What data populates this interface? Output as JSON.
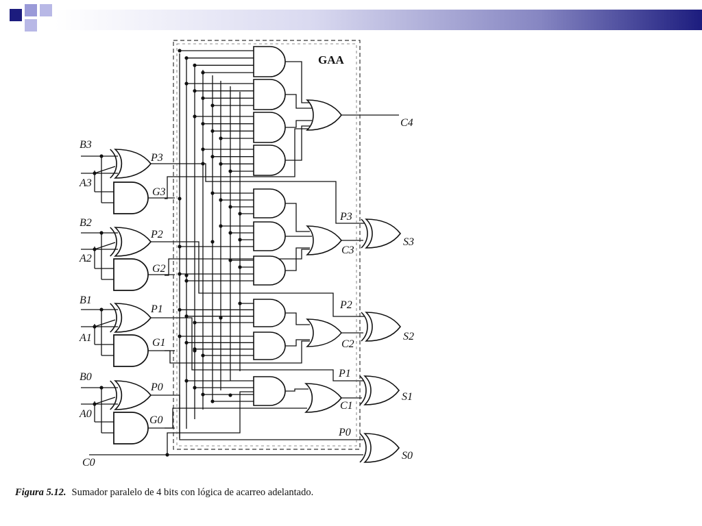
{
  "slide": {
    "theme_colors": {
      "navy": "#1c1c7e",
      "light": "#8a8ad0",
      "wire": "#111111",
      "box": "#333333"
    }
  },
  "diagram": {
    "block_label": "GAA",
    "inputs": [
      {
        "b": "B3",
        "a": "A3",
        "p": "P3",
        "g": "G3"
      },
      {
        "b": "B2",
        "a": "A2",
        "p": "P2",
        "g": "G2"
      },
      {
        "b": "B1",
        "a": "A1",
        "p": "P1",
        "g": "G1"
      },
      {
        "b": "B0",
        "a": "A0",
        "p": "P0",
        "g": "G0"
      }
    ],
    "carry_in": "C0",
    "carry_out": "C4",
    "carries": [
      "C3",
      "C2",
      "C1"
    ],
    "sum_inputs": [
      "P3",
      "P2",
      "P1",
      "P0"
    ],
    "sums": [
      "S3",
      "S2",
      "S1",
      "S0"
    ]
  },
  "caption": {
    "figure": "Figura 5.12.",
    "text": "Sumador paralelo de 4 bits con lógica de acarreo adelantado."
  }
}
